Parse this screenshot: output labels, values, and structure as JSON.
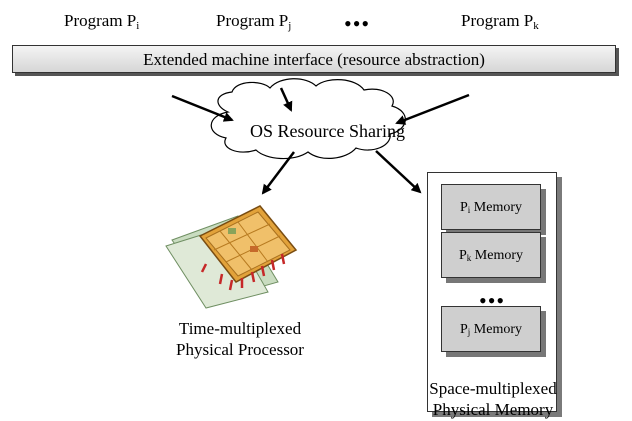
{
  "programs": [
    {
      "label": "Program P",
      "sub": "i"
    },
    {
      "label": "Program P",
      "sub": "j"
    },
    {
      "label": "Program P",
      "sub": "k"
    }
  ],
  "ellipsis": "•••",
  "interface_bar": "Extended machine interface (resource abstraction)",
  "cloud_label": "OS Resource Sharing",
  "processor_caption": [
    "Time-multiplexed",
    "Physical Processor"
  ],
  "memory_blocks": [
    {
      "prefix": "P",
      "sub": "i",
      "label": "Memory"
    },
    {
      "prefix": "P",
      "sub": "k",
      "label": "Memory"
    },
    {
      "prefix": "P",
      "sub": "j",
      "label": "Memory"
    }
  ],
  "memory_ellipsis": "•••",
  "memory_caption": [
    "Space-multiplexed",
    "Physical Memory"
  ]
}
